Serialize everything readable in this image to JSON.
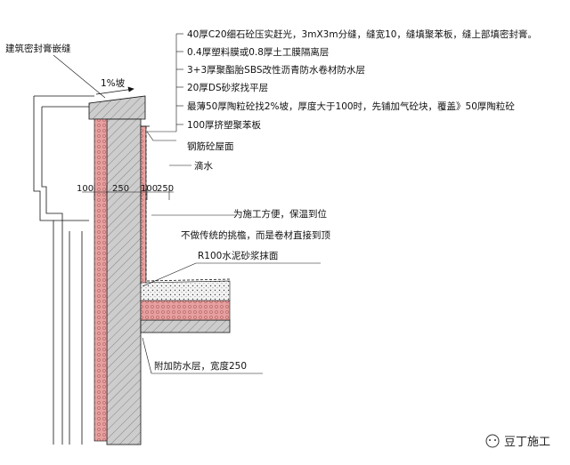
{
  "layers": [
    "40厚C20细石砼压实赶光，3mX3m分缝，缝宽10，缝填聚苯板，缝上部填密封膏。",
    "0.4厚塑料膜或0.8厚土工膜隔离层",
    "3+3厚聚酯胎SBS改性沥青防水卷材防水层",
    "20厚DS砂浆找平层",
    "最薄50厚陶粒砼找2%坡，厚度大于100时，先铺加气砼块，覆盖》50厚陶粒砼",
    "100厚挤塑聚苯板",
    "钢筋砼屋面"
  ],
  "left_label": "建筑密封膏嵌缝",
  "slope_label": "1%坡",
  "drip_label": "滴水",
  "dims": [
    "100",
    "250",
    "100",
    "250"
  ],
  "note_line1": "为施工方便，保温到位",
  "note_line2": "不做传统的挑檐，而是卷材直接到顶",
  "mortar_label": "R100水泥砂浆抹面",
  "extra_label": "附加防水层，宽度250",
  "watermark": "豆丁施工",
  "colors": {
    "brick": "#e7a0a0",
    "concrete": "#c8c8c8",
    "line": "#111111"
  }
}
